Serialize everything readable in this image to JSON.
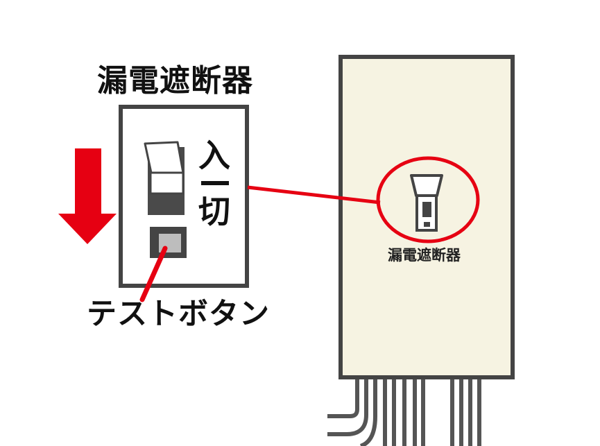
{
  "labels": {
    "breaker_title": "漏電遮断器",
    "state_on": "入",
    "state_off": "切",
    "test_button": "テストボタン",
    "panel_breaker": "漏電遮断器"
  },
  "colors": {
    "highlight_red": "#e60012",
    "outline": "#444444",
    "panel_fill": "#f6f3e2",
    "switch_dark": "#4a4a4a",
    "test_button_fill": "#bdbdbd"
  },
  "icons": {
    "arrow": "arrow-down-icon",
    "breaker_switch": "breaker-switch-icon"
  }
}
